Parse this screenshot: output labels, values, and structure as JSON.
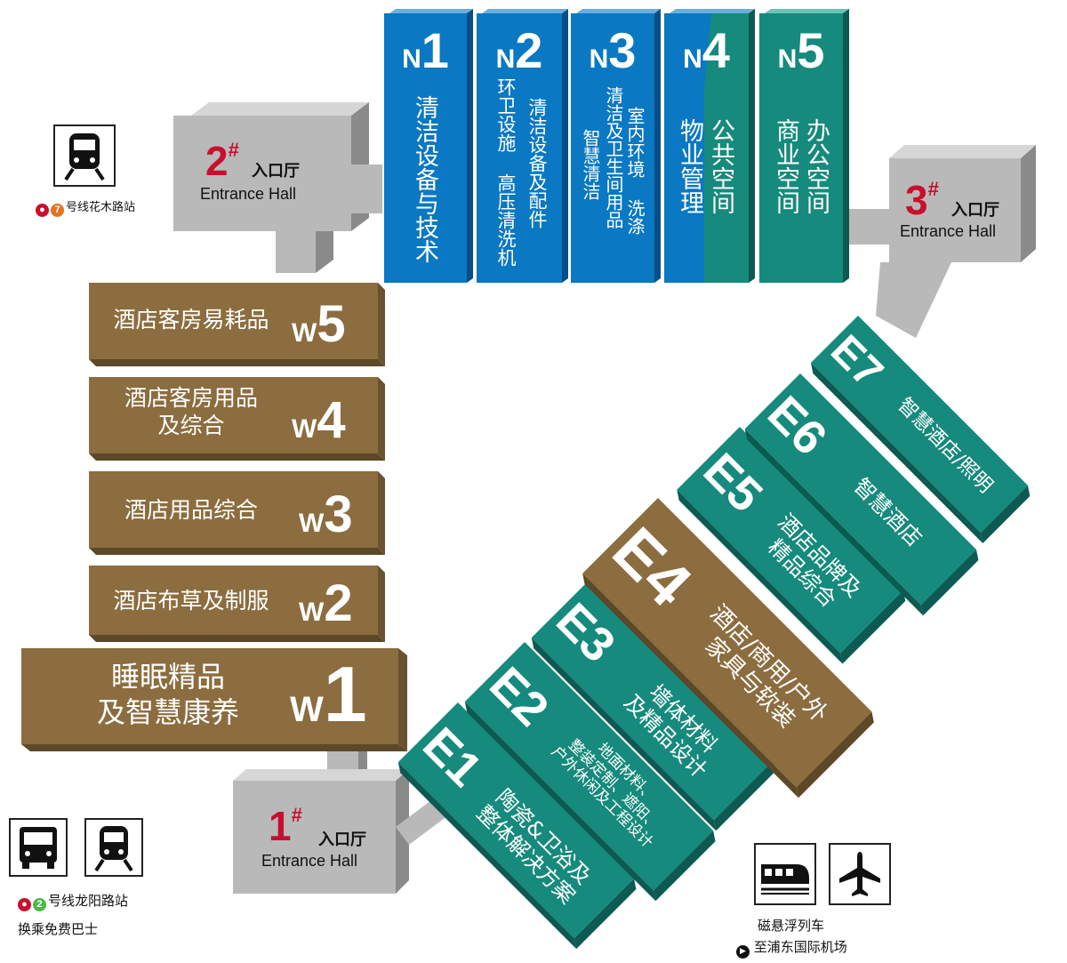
{
  "colors": {
    "n_blue": "#0a78c2",
    "teal": "#168a7c",
    "tan": "#8c6d3f",
    "entrance_gray": "#b9b9b9",
    "accent_red": "#c8102e",
    "metro_line7": "#e37222",
    "metro_line2": "#4cb848"
  },
  "north_halls": [
    {
      "code_letter": "N",
      "code_digit": "1",
      "name_cols": [
        "清洁设备与技术"
      ],
      "color": "#0a78c2"
    },
    {
      "code_letter": "N",
      "code_digit": "2",
      "name_cols": [
        "清洁设备及配件",
        "环卫设施 高压清洗机"
      ],
      "color": "#0a78c2"
    },
    {
      "code_letter": "N",
      "code_digit": "3",
      "name_cols": [
        "室内环境 洗涤",
        "清洁及卫生间用品",
        "智慧清洁"
      ],
      "color": "#0a78c2"
    },
    {
      "code_letter": "N",
      "code_digit": "4",
      "name_cols": [
        "公共空间",
        "物业管理"
      ],
      "color": "#0a78c2"
    },
    {
      "code_letter": "N",
      "code_digit": "5",
      "name_cols": [
        "办公空间",
        "商业空间"
      ],
      "color": "#168a7c"
    }
  ],
  "west_halls": [
    {
      "code_letter": "W",
      "code_digit": "5",
      "name": "酒店客房易耗品"
    },
    {
      "code_letter": "W",
      "code_digit": "4",
      "name": "酒店客房用品\n及综合"
    },
    {
      "code_letter": "W",
      "code_digit": "3",
      "name": "酒店用品综合"
    },
    {
      "code_letter": "W",
      "code_digit": "2",
      "name": "酒店布草及制服"
    },
    {
      "code_letter": "W",
      "code_digit": "1",
      "name": "睡眠精品\n及智慧康养"
    }
  ],
  "east_halls": [
    {
      "code": "E1",
      "name": "陶瓷&卫浴及\n整体解决方案"
    },
    {
      "code": "E2",
      "name": "地面材料、\n整装定制、遮阳、\n户外休闲及工程设计"
    },
    {
      "code": "E3",
      "name": "墙体材料\n及精品设计"
    },
    {
      "code": "E4",
      "name": "酒店/商用/户外\n家具与软装"
    },
    {
      "code": "E5",
      "name": "酒店品牌及\n精品综合"
    },
    {
      "code": "E6",
      "name": "智慧酒店"
    },
    {
      "code": "E7",
      "name": "智慧酒店/照明"
    }
  ],
  "entrances": [
    {
      "num": "1",
      "hash": "#",
      "cn": "入口厅",
      "en": "Entrance Hall"
    },
    {
      "num": "2",
      "hash": "#",
      "cn": "入口厅",
      "en": "Entrance Hall"
    },
    {
      "num": "3",
      "hash": "#",
      "cn": "入口厅",
      "en": "Entrance Hall"
    }
  ],
  "transport": {
    "metro7": {
      "line": "7",
      "station": "号线花木路站",
      "icon": "metro-train-icon"
    },
    "metro2": {
      "line": "2",
      "station": "号线龙阳路站",
      "note": "换乘免费巴士",
      "icons": [
        "bus-icon",
        "metro-train-icon"
      ]
    },
    "maglev": {
      "name": "磁悬浮列车",
      "dest": "至浦东国际机场",
      "icons": [
        "maglev-train-icon",
        "airplane-icon"
      ]
    }
  }
}
